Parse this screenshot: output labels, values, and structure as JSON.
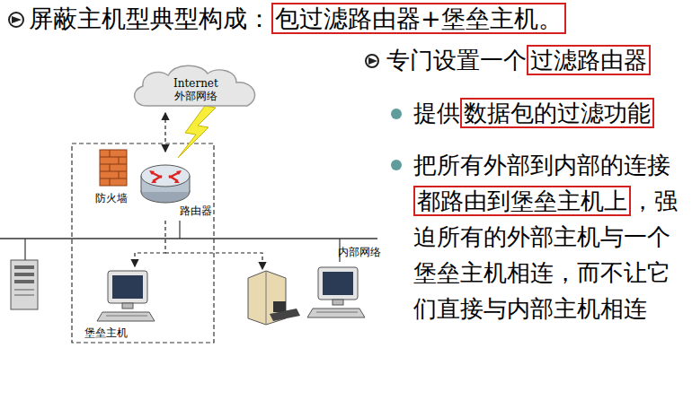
{
  "diagram": {
    "nodes": [
      {
        "text": [
          "Internet",
          "外部网络"
        ]
      },
      {
        "text": [
          "路由器"
        ]
      },
      {
        "text": [
          "防火墙"
        ]
      },
      {
        "text": [
          "堡垒主机"
        ]
      },
      {
        "text": [
          "内部网络"
        ]
      }
    ],
    "edges": [
      {
        "from": 0,
        "to": 1,
        "arrow": "both"
      },
      {
        "from": 1,
        "to": 3,
        "arrow": "to"
      }
    ],
    "labels": [
      "屏蔽主机型典型构成：",
      "包过滤路由器+堡垒主机。",
      "专门设置一个",
      "过滤路由器",
      "提供",
      "数据包的过滤功能",
      "把所有外部到内部的连接",
      "都路由到堡垒主机上",
      "，强迫所有的外部主机与一个堡垒主机相连，而不让它们直接与内部主机相连"
    ]
  }
}
